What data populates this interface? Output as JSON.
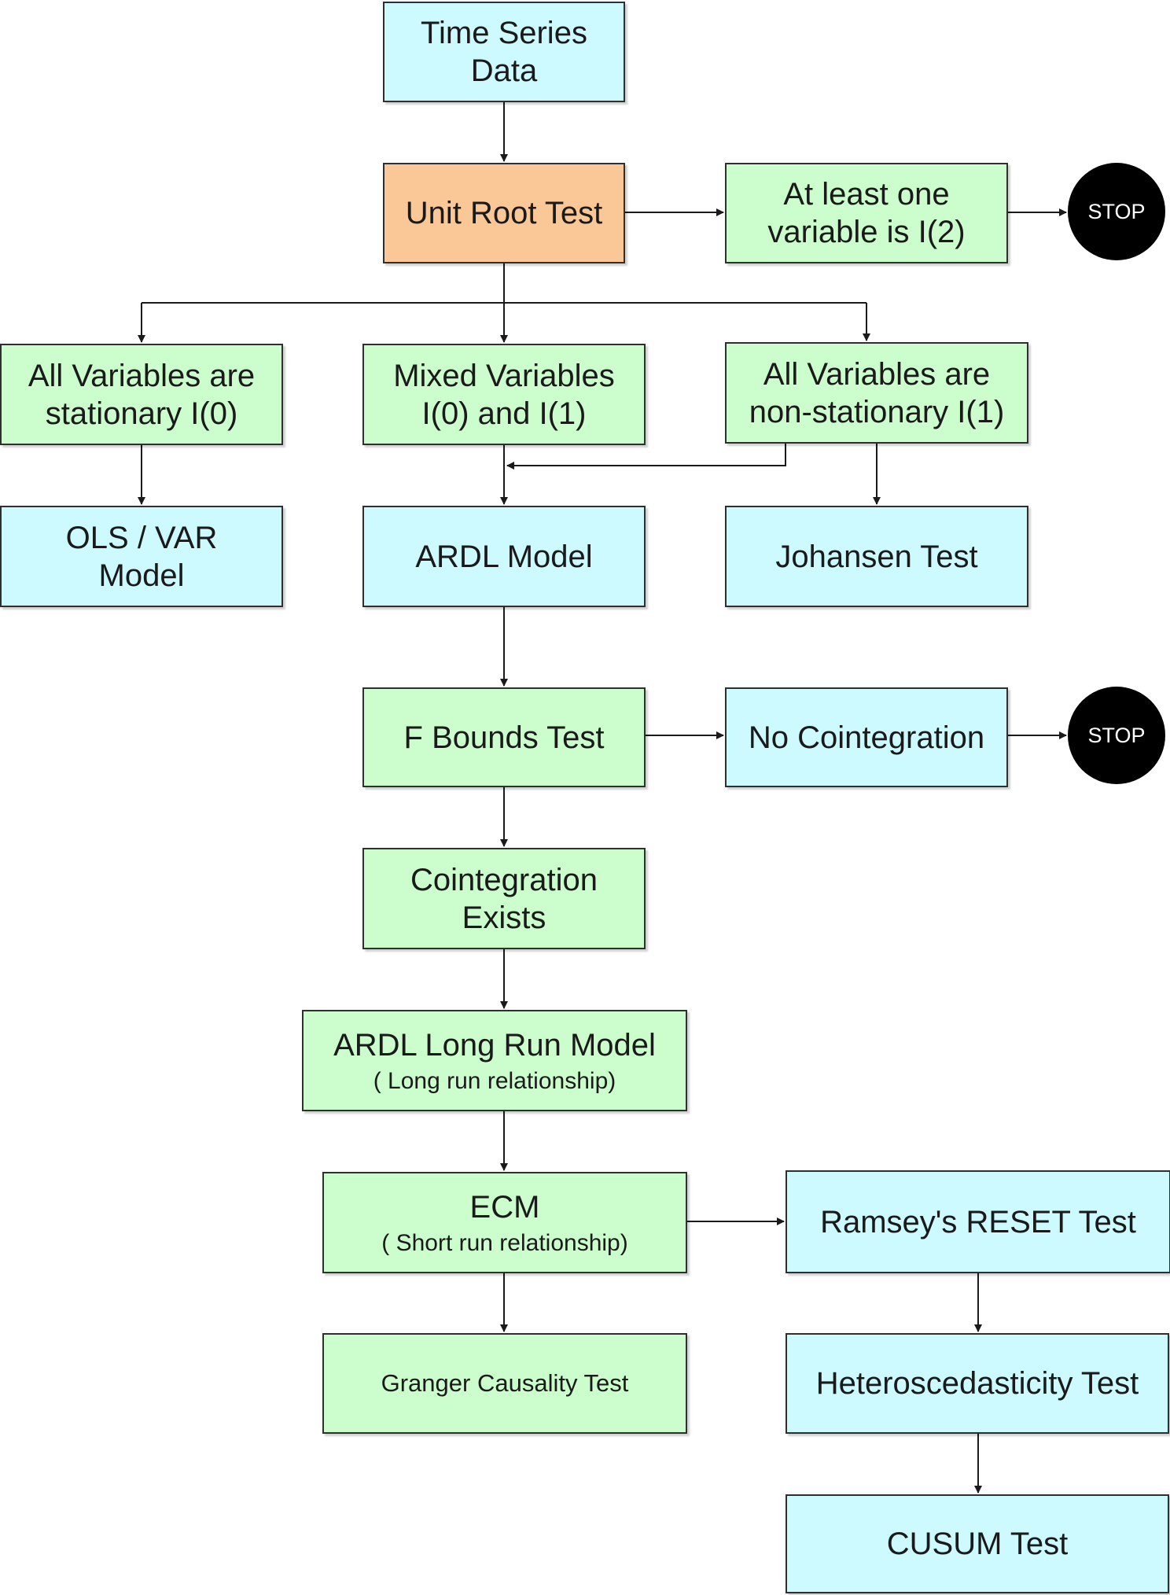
{
  "nodes": {
    "time_series": {
      "line1": "Time Series",
      "line2": "Data"
    },
    "unit_root": {
      "label": "Unit Root Test"
    },
    "i2": {
      "line1": "At least one",
      "line2": "variable is I(2)"
    },
    "stop": "STOP",
    "i0": {
      "line1": "All Variables are",
      "line2": "stationary I(0)"
    },
    "mixed": {
      "line1": "Mixed Variables",
      "line2": "I(0) and I(1)"
    },
    "i1": {
      "line1": "All Variables are",
      "line2": "non-stationary I(1)"
    },
    "ols": {
      "line1": "OLS / VAR",
      "line2": "Model"
    },
    "ardl": {
      "label": "ARDL Model"
    },
    "johansen": {
      "label": "Johansen Test"
    },
    "fbounds": {
      "label": "F Bounds Test"
    },
    "no_coint": {
      "label": "No Cointegration"
    },
    "coint_exists": {
      "line1": "Cointegration",
      "line2": "Exists"
    },
    "ardl_long": {
      "line1": "ARDL Long Run Model",
      "line2": "( Long run relationship)"
    },
    "ecm": {
      "line1": "ECM",
      "line2": "( Short run relationship)"
    },
    "granger": {
      "label": "Granger Causality Test"
    },
    "ramsey": {
      "label": "Ramsey's RESET Test"
    },
    "hetero": {
      "label": "Heteroscedasticity Test"
    },
    "cusum": {
      "label": "CUSUM Test"
    }
  },
  "colors": {
    "blue_fill": "#ccfafe",
    "green_fill": "#ccfdcc",
    "orange_fill": "#fac896",
    "stop_fill": "#000000",
    "line": "#1a1a1a"
  }
}
